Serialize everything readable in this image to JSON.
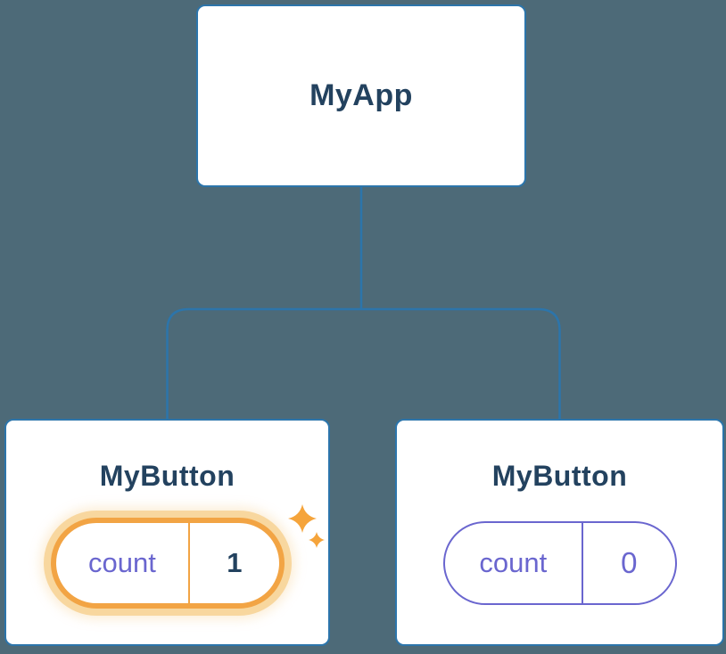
{
  "diagram": {
    "title": "component-state-tree",
    "root": {
      "label": "MyApp"
    },
    "children": [
      {
        "label": "MyButton",
        "state": {
          "key": "count",
          "value": "1"
        },
        "highlighted": true
      },
      {
        "label": "MyButton",
        "state": {
          "key": "count",
          "value": "0"
        },
        "highlighted": false
      }
    ]
  },
  "icons": [
    {
      "name": "sparkle-icon",
      "meaning": "state just updated"
    }
  ],
  "colors": {
    "background": "#4d6a78",
    "card_fill": "#ffffff",
    "card_border": "#2c75ab",
    "connector": "#2c75ab",
    "title_text": "#23425f",
    "state_key_text": "#6a66cf",
    "state_value_highlight": "#23425f",
    "state_value_normal": "#6a66cf",
    "highlight_ring": "#f2a444",
    "highlight_glow": "#f8d59b",
    "sparkle": "#f5a43b"
  }
}
